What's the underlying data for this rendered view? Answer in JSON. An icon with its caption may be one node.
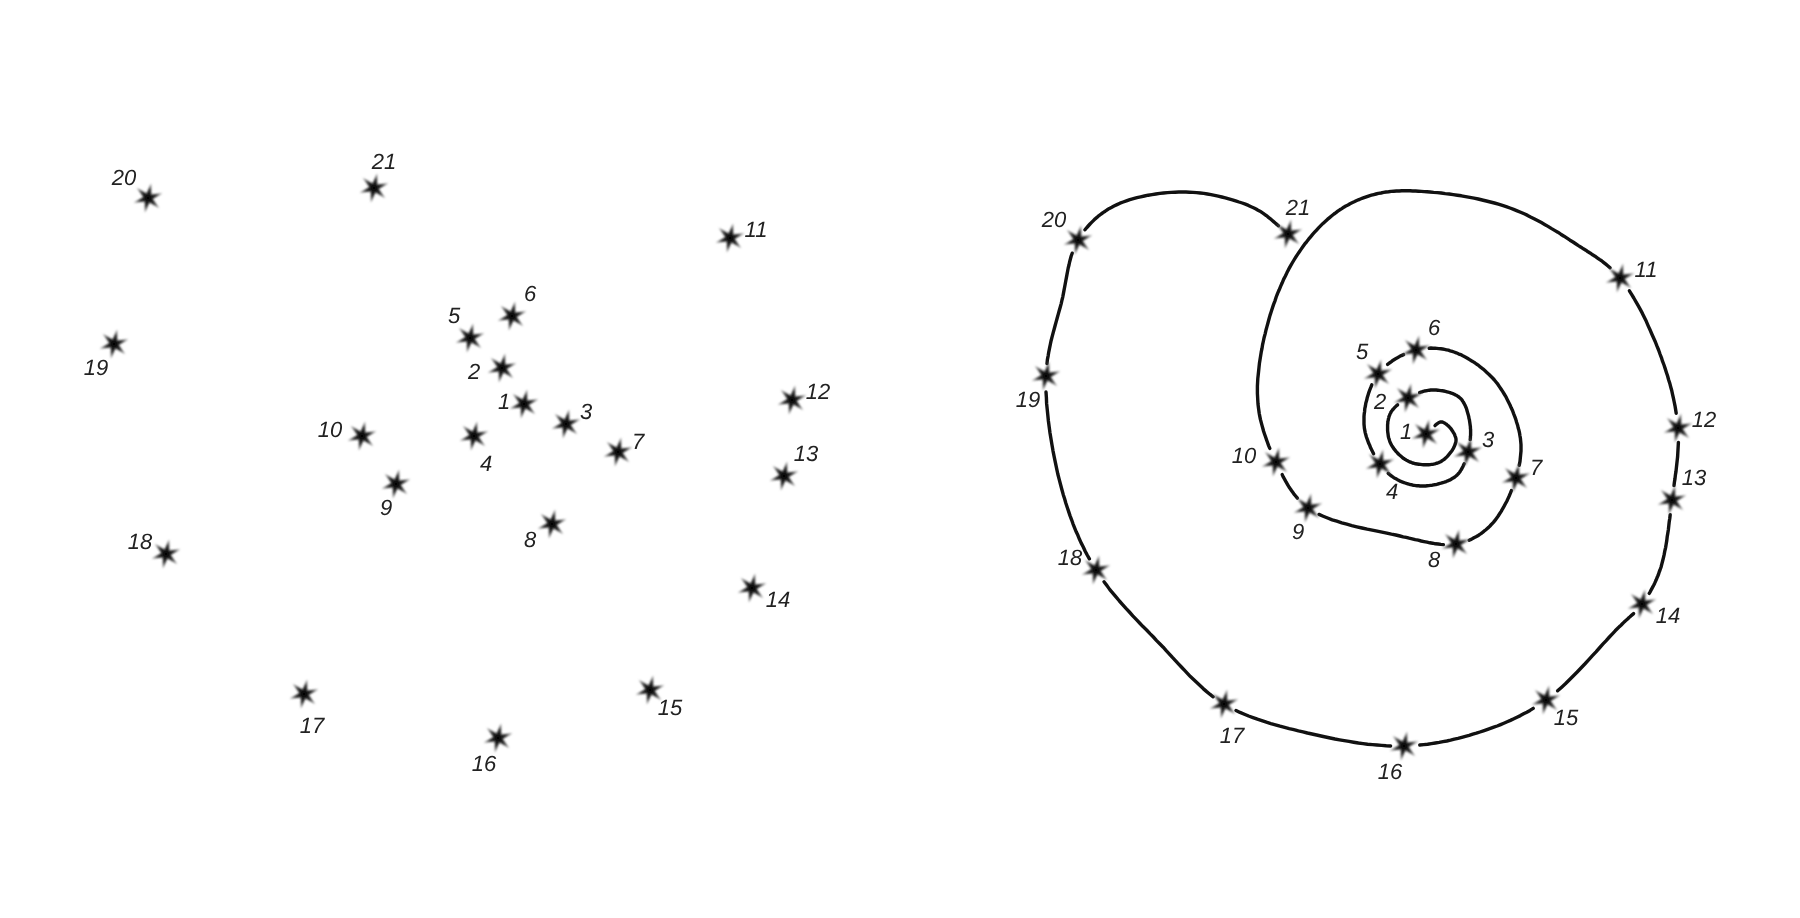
{
  "diagram": {
    "nodes": [
      {
        "text": [],
        "shape": "star",
        "beside": [
          "1"
        ]
      },
      {
        "text": [],
        "shape": "star",
        "beside": [
          "2"
        ]
      },
      {
        "text": [],
        "shape": "star",
        "beside": [
          "3"
        ]
      },
      {
        "text": [],
        "shape": "star",
        "beside": [
          "4"
        ]
      },
      {
        "text": [],
        "shape": "star",
        "beside": [
          "5"
        ]
      },
      {
        "text": [],
        "shape": "star",
        "beside": [
          "6"
        ]
      },
      {
        "text": [],
        "shape": "star",
        "beside": [
          "7"
        ]
      },
      {
        "text": [],
        "shape": "star",
        "beside": [
          "8"
        ]
      },
      {
        "text": [],
        "shape": "star",
        "beside": [
          "9"
        ]
      },
      {
        "text": [],
        "shape": "star",
        "beside": [
          "10"
        ]
      },
      {
        "text": [],
        "shape": "star",
        "beside": [
          "11"
        ]
      },
      {
        "text": [],
        "shape": "star",
        "beside": [
          "12"
        ]
      },
      {
        "text": [],
        "shape": "star",
        "beside": [
          "13"
        ]
      },
      {
        "text": [],
        "shape": "star",
        "beside": [
          "14"
        ]
      },
      {
        "text": [],
        "shape": "star",
        "beside": [
          "15"
        ]
      },
      {
        "text": [],
        "shape": "star",
        "beside": [
          "16"
        ]
      },
      {
        "text": [],
        "shape": "star",
        "beside": [
          "17"
        ]
      },
      {
        "text": [],
        "shape": "star",
        "beside": [
          "18"
        ]
      },
      {
        "text": [],
        "shape": "star",
        "beside": [
          "19"
        ]
      },
      {
        "text": [],
        "shape": "star",
        "beside": [
          "20"
        ]
      },
      {
        "text": [],
        "shape": "star",
        "beside": [
          "21"
        ]
      },
      {
        "text": [],
        "shape": "star",
        "beside": [
          "1"
        ]
      },
      {
        "text": [],
        "shape": "star",
        "beside": [
          "2"
        ]
      },
      {
        "text": [],
        "shape": "star",
        "beside": [
          "3"
        ]
      },
      {
        "text": [],
        "shape": "star",
        "beside": [
          "4"
        ]
      },
      {
        "text": [],
        "shape": "star",
        "beside": [
          "5"
        ]
      },
      {
        "text": [],
        "shape": "star",
        "beside": [
          "6"
        ]
      },
      {
        "text": [],
        "shape": "star",
        "beside": [
          "7"
        ]
      },
      {
        "text": [],
        "shape": "star",
        "beside": [
          "8"
        ]
      },
      {
        "text": [],
        "shape": "star",
        "beside": [
          "9"
        ]
      },
      {
        "text": [],
        "shape": "star",
        "beside": [
          "10"
        ]
      },
      {
        "text": [],
        "shape": "star",
        "beside": [
          "11"
        ]
      },
      {
        "text": [],
        "shape": "star",
        "beside": [
          "12"
        ]
      },
      {
        "text": [],
        "shape": "star",
        "beside": [
          "13"
        ]
      },
      {
        "text": [],
        "shape": "star",
        "beside": [
          "14"
        ]
      },
      {
        "text": [],
        "shape": "star",
        "beside": [
          "15"
        ]
      },
      {
        "text": [],
        "shape": "star",
        "beside": [
          "16"
        ]
      },
      {
        "text": [],
        "shape": "star",
        "beside": [
          "17"
        ]
      },
      {
        "text": [],
        "shape": "star",
        "beside": [
          "18"
        ]
      },
      {
        "text": [],
        "shape": "star",
        "beside": [
          "19"
        ]
      },
      {
        "text": [],
        "shape": "star",
        "beside": [
          "20"
        ]
      },
      {
        "text": [],
        "shape": "star",
        "beside": [
          "21"
        ]
      }
    ],
    "edges": [
      {
        "from": 21,
        "to": 22,
        "arrow": "none"
      },
      {
        "from": 22,
        "to": 23,
        "arrow": "none"
      },
      {
        "from": 23,
        "to": 24,
        "arrow": "none"
      },
      {
        "from": 24,
        "to": 25,
        "arrow": "none"
      },
      {
        "from": 25,
        "to": 26,
        "arrow": "none"
      },
      {
        "from": 26,
        "to": 27,
        "arrow": "none"
      },
      {
        "from": 27,
        "to": 28,
        "arrow": "none"
      },
      {
        "from": 28,
        "to": 29,
        "arrow": "none"
      },
      {
        "from": 29,
        "to": 30,
        "arrow": "none"
      },
      {
        "from": 30,
        "to": 31,
        "arrow": "none"
      },
      {
        "from": 31,
        "to": 32,
        "arrow": "none"
      },
      {
        "from": 32,
        "to": 33,
        "arrow": "none"
      },
      {
        "from": 33,
        "to": 34,
        "arrow": "none"
      },
      {
        "from": 34,
        "to": 35,
        "arrow": "none"
      },
      {
        "from": 35,
        "to": 36,
        "arrow": "none"
      },
      {
        "from": 36,
        "to": 37,
        "arrow": "none"
      },
      {
        "from": 37,
        "to": 38,
        "arrow": "none"
      },
      {
        "from": 38,
        "to": 39,
        "arrow": "none"
      },
      {
        "from": 39,
        "to": 40,
        "arrow": "none"
      },
      {
        "from": 40,
        "to": 41,
        "arrow": "none"
      }
    ]
  }
}
